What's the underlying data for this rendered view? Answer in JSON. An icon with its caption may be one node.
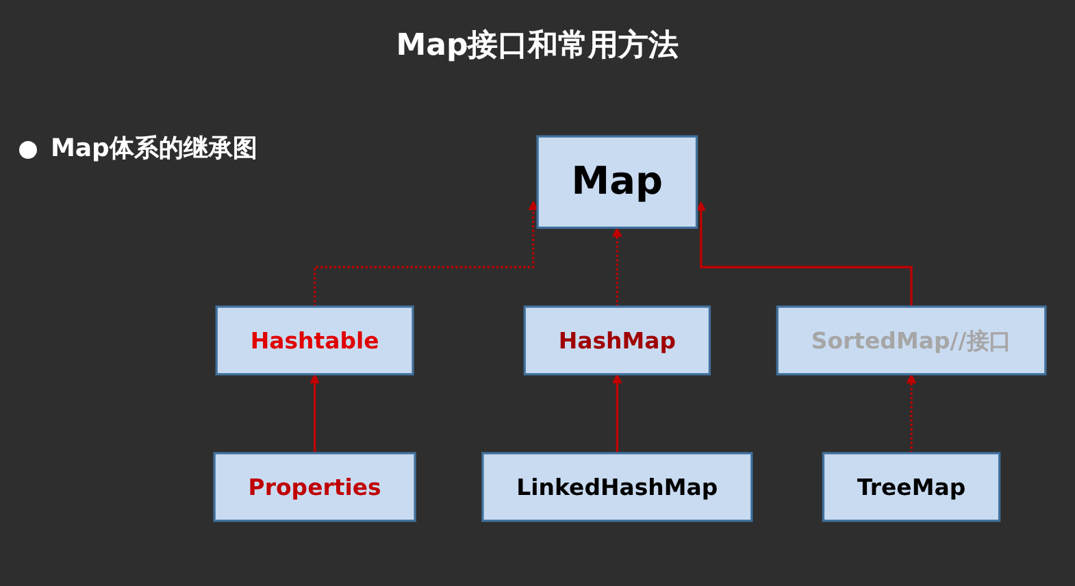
{
  "diagram": {
    "title": "Map接口和常用方法",
    "nodes": [
      {
        "text": [
          "Map"
        ]
      },
      {
        "text": [
          "Hashtable"
        ]
      },
      {
        "text": [
          "HashMap"
        ]
      },
      {
        "text": [
          "SortedMap//接口"
        ]
      },
      {
        "text": [
          "Properties"
        ]
      },
      {
        "text": [
          "LinkedHashMap"
        ]
      },
      {
        "text": [
          "TreeMap"
        ]
      }
    ],
    "edges": [
      {
        "from": 1,
        "to": 0,
        "arrow": "to",
        "style": "dashed"
      },
      {
        "from": 2,
        "to": 0,
        "arrow": "to",
        "style": "dashed"
      },
      {
        "from": 3,
        "to": 0,
        "arrow": "to"
      },
      {
        "from": 4,
        "to": 1,
        "arrow": "to"
      },
      {
        "from": 5,
        "to": 2,
        "arrow": "to"
      },
      {
        "from": 6,
        "to": 3,
        "arrow": "to",
        "style": "dashed"
      }
    ],
    "labels": [
      "Map体系的继承图"
    ]
  }
}
